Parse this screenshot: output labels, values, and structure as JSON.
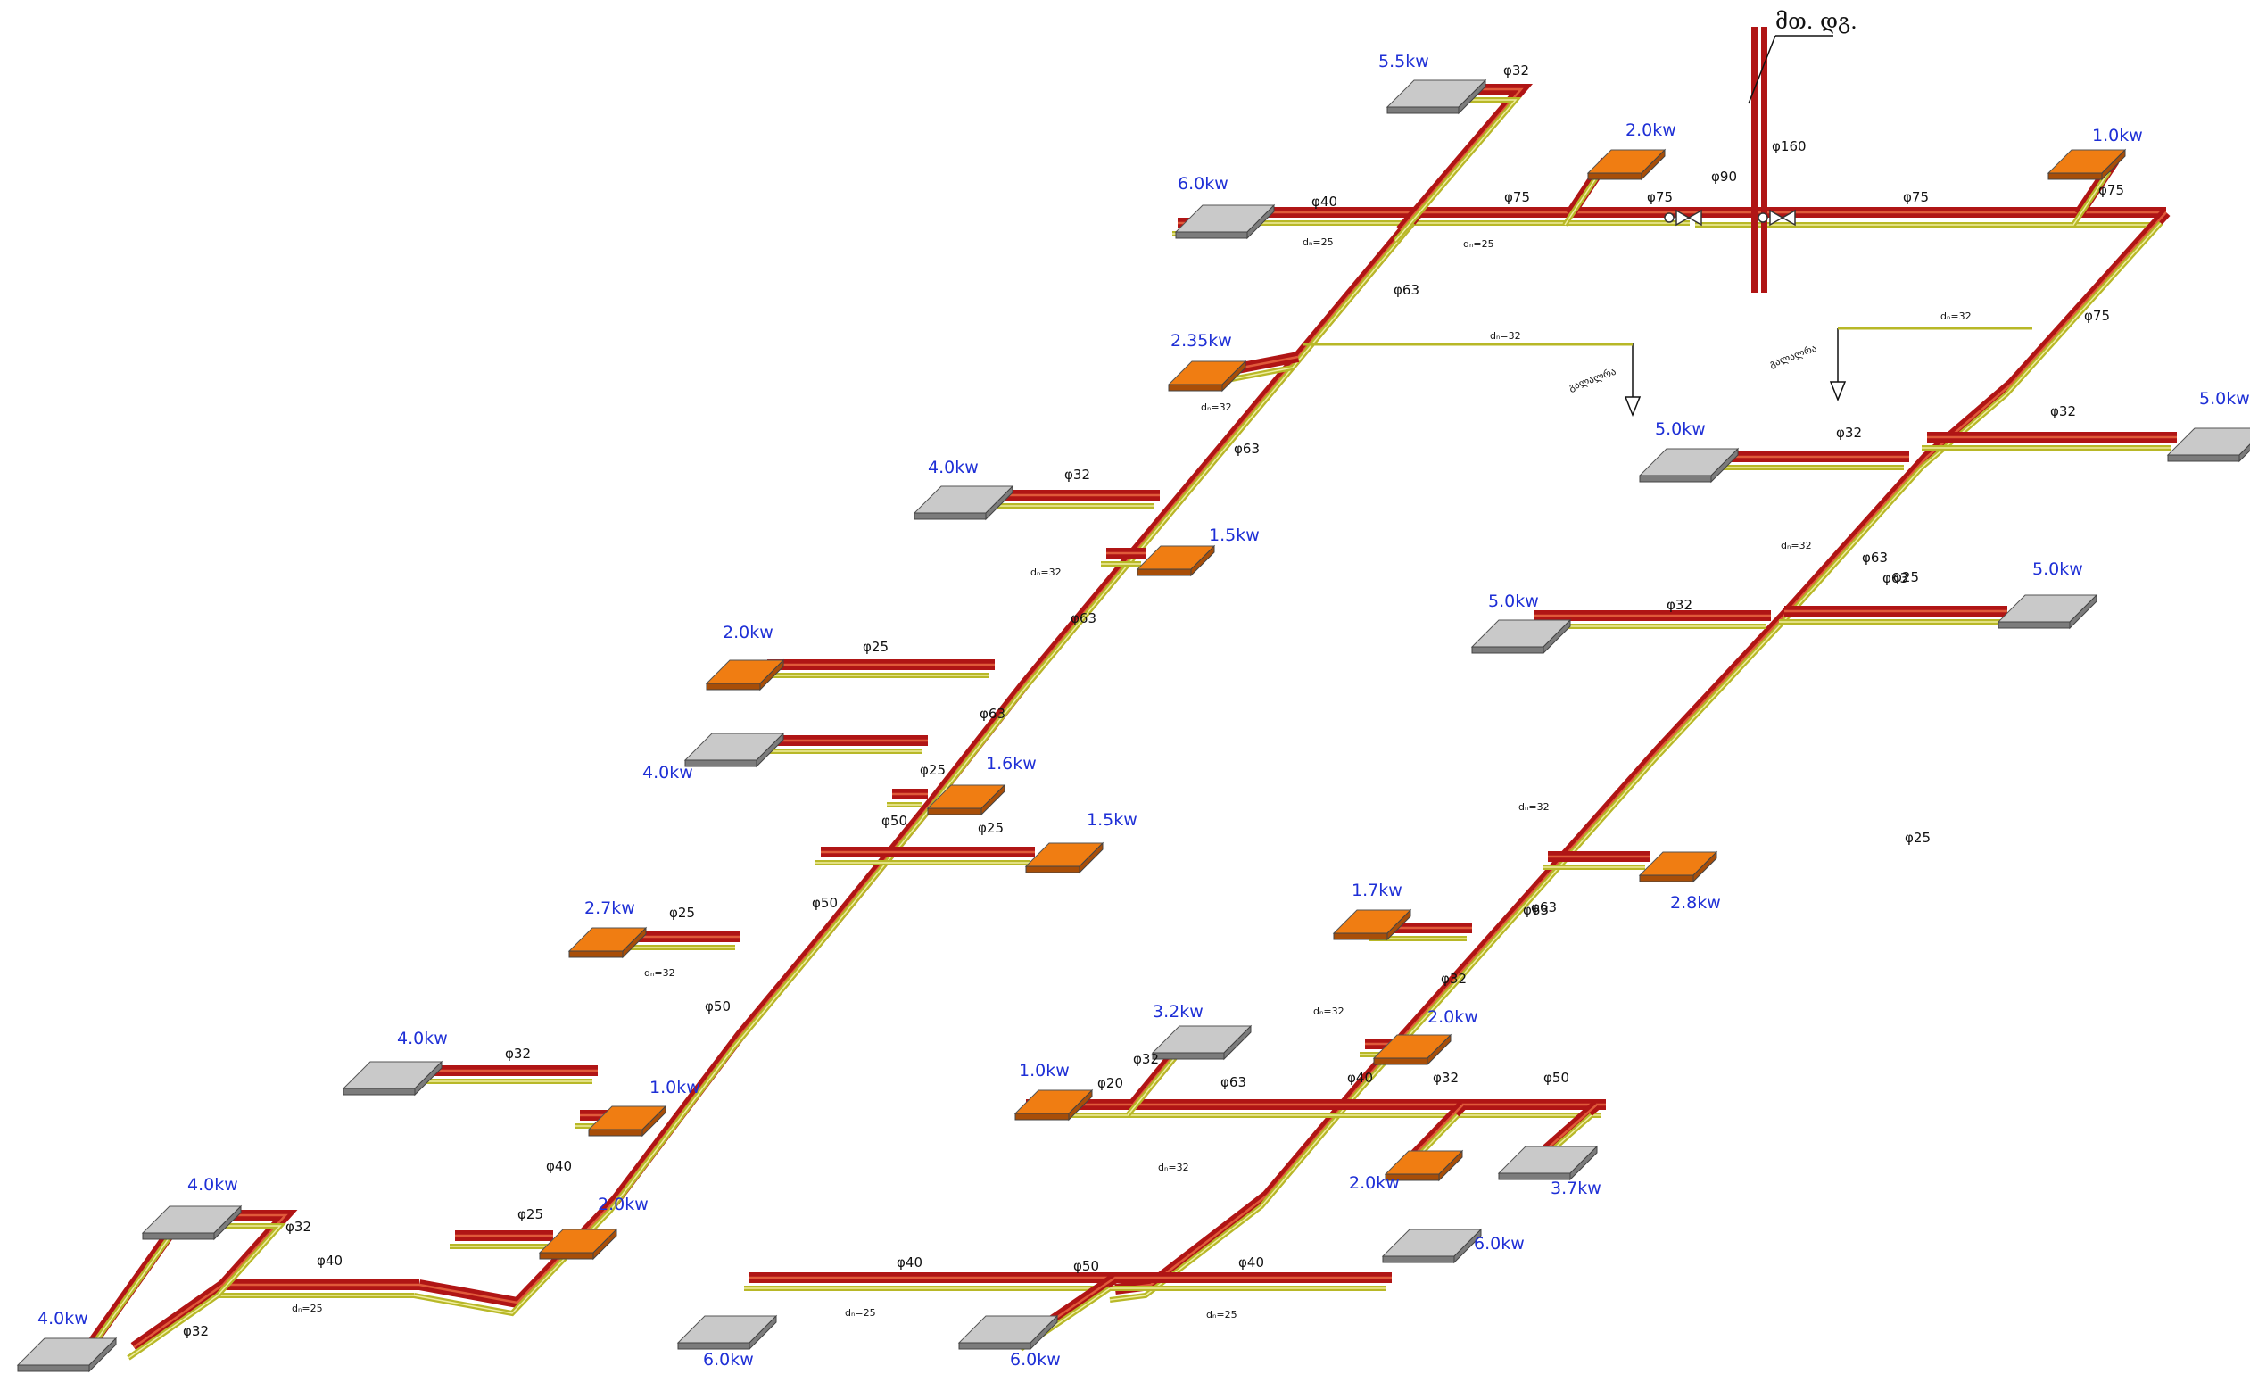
{
  "riser_label": "მთ. დგ.",
  "gallery_label": "გალალრა",
  "colors": {
    "supply": "#b01515",
    "supply_highlight": "#e05a3a",
    "return": "#b8b827",
    "return_highlight": "#efeea0",
    "fancoil": "#f07d12",
    "fancoil_dark": "#a84e08",
    "ahu": "#c9c9c9",
    "ahu_dark": "#7c7c7c",
    "power_label": "#1e2fd6"
  },
  "units": [
    {
      "power": "5.5kw",
      "type": "ahu"
    },
    {
      "power": "6.0kw",
      "type": "ahu"
    },
    {
      "power": "2.0kw",
      "type": "fancoil"
    },
    {
      "power": "1.0kw",
      "type": "fancoil"
    },
    {
      "power": "2.35kw",
      "type": "fancoil"
    },
    {
      "power": "4.0kw",
      "type": "ahu"
    },
    {
      "power": "1.5kw",
      "type": "fancoil"
    },
    {
      "power": "2.0kw",
      "type": "fancoil"
    },
    {
      "power": "4.0kw",
      "type": "ahu"
    },
    {
      "power": "1.6kw",
      "type": "fancoil"
    },
    {
      "power": "1.5kw",
      "type": "fancoil"
    },
    {
      "power": "2.7kw",
      "type": "fancoil"
    },
    {
      "power": "4.0kw",
      "type": "ahu"
    },
    {
      "power": "1.0kw",
      "type": "fancoil"
    },
    {
      "power": "4.0kw",
      "type": "ahu"
    },
    {
      "power": "2.0kw",
      "type": "fancoil"
    },
    {
      "power": "4.0kw",
      "type": "ahu"
    },
    {
      "power": "5.0kw",
      "type": "ahu"
    },
    {
      "power": "5.0kw",
      "type": "ahu"
    },
    {
      "power": "5.0kw",
      "type": "ahu"
    },
    {
      "power": "5.0kw",
      "type": "ahu"
    },
    {
      "power": "1.7kw",
      "type": "fancoil"
    },
    {
      "power": "2.8kw",
      "type": "fancoil"
    },
    {
      "power": "3.2kw",
      "type": "ahu"
    },
    {
      "power": "2.0kw",
      "type": "fancoil"
    },
    {
      "power": "1.0kw",
      "type": "fancoil"
    },
    {
      "power": "2.0kw",
      "type": "fancoil"
    },
    {
      "power": "3.7kw",
      "type": "ahu"
    },
    {
      "power": "6.0kw",
      "type": "ahu"
    },
    {
      "power": "6.0kw",
      "type": "ahu"
    },
    {
      "power": "6.0kw",
      "type": "ahu"
    }
  ],
  "pipe_labels": [
    "φ32",
    "φ40",
    "φ75",
    "φ75",
    "φ90",
    "φ160",
    "φ75",
    "φ75",
    "φ63",
    "φ75",
    "φ63",
    "φ32",
    "φ63",
    "φ25",
    "φ63",
    "φ25",
    "φ50",
    "φ25",
    "φ50",
    "φ25",
    "φ50",
    "φ32",
    "φ40",
    "φ25",
    "φ40",
    "φ32",
    "φ32",
    "φ32",
    "φ63",
    "φ32",
    "φ32",
    "φ63",
    "φ25",
    "φ25",
    "φ63",
    "φ63",
    "φ32",
    "φ20",
    "φ32",
    "φ63",
    "φ40",
    "φ32",
    "φ50",
    "φ40",
    "φ50",
    "φ40"
  ],
  "drain_labels": [
    "dₙ=25",
    "dₙ=25",
    "dₙ=32",
    "dₙ=32",
    "dₙ=32",
    "dₙ=32",
    "dₙ=32",
    "dₙ=32",
    "dₙ=32",
    "dₙ=32",
    "dₙ=32",
    "dₙ=25",
    "dₙ=25",
    "dₙ=25"
  ]
}
